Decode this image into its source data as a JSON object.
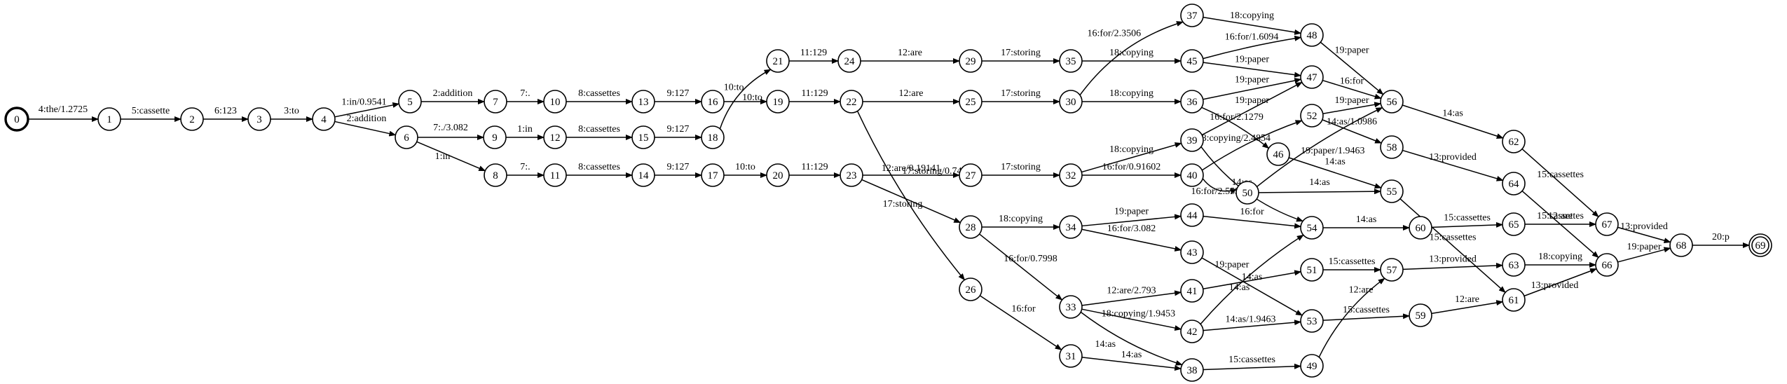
{
  "graph": {
    "start_state": "0",
    "final_state": "69",
    "nodes": [
      "0",
      "1",
      "2",
      "3",
      "4",
      "5",
      "6",
      "7",
      "8",
      "9",
      "10",
      "11",
      "12",
      "13",
      "14",
      "15",
      "16",
      "17",
      "18",
      "19",
      "20",
      "21",
      "22",
      "23",
      "24",
      "25",
      "26",
      "27",
      "28",
      "29",
      "30",
      "31",
      "32",
      "33",
      "34",
      "35",
      "36",
      "37",
      "38",
      "39",
      "40",
      "41",
      "42",
      "43",
      "44",
      "45",
      "46",
      "47",
      "48",
      "49",
      "50",
      "51",
      "52",
      "53",
      "54",
      "55",
      "56",
      "57",
      "58",
      "59",
      "60",
      "61",
      "62",
      "63",
      "64",
      "65",
      "66",
      "67",
      "68",
      "69"
    ],
    "edges": [
      {
        "from": "0",
        "to": "1",
        "label": "4:the/1.2725"
      },
      {
        "from": "1",
        "to": "2",
        "label": "5:cassette"
      },
      {
        "from": "2",
        "to": "3",
        "label": "6:123"
      },
      {
        "from": "3",
        "to": "4",
        "label": "3:to"
      },
      {
        "from": "4",
        "to": "5",
        "label": "1:in/0.9541"
      },
      {
        "from": "4",
        "to": "6",
        "label": "2:addition"
      },
      {
        "from": "5",
        "to": "7",
        "label": "2:addition"
      },
      {
        "from": "6",
        "to": "9",
        "label": "7:./3.082"
      },
      {
        "from": "6",
        "to": "8",
        "label": "1:in"
      },
      {
        "from": "7",
        "to": "10",
        "label": "7:."
      },
      {
        "from": "9",
        "to": "12",
        "label": "1:in"
      },
      {
        "from": "8",
        "to": "11",
        "label": "7:."
      },
      {
        "from": "10",
        "to": "13",
        "label": "8:cassettes"
      },
      {
        "from": "12",
        "to": "15",
        "label": "8:cassettes"
      },
      {
        "from": "11",
        "to": "14",
        "label": "8:cassettes"
      },
      {
        "from": "13",
        "to": "16",
        "label": "9:127"
      },
      {
        "from": "15",
        "to": "18",
        "label": "9:127"
      },
      {
        "from": "14",
        "to": "17",
        "label": "9:127"
      },
      {
        "from": "16",
        "to": "19",
        "label": "10:to"
      },
      {
        "from": "18",
        "to": "21",
        "label": "10:to"
      },
      {
        "from": "17",
        "to": "20",
        "label": "10:to"
      },
      {
        "from": "21",
        "to": "24",
        "label": "11:129"
      },
      {
        "from": "19",
        "to": "22",
        "label": "11:129"
      },
      {
        "from": "20",
        "to": "23",
        "label": "11:129"
      },
      {
        "from": "24",
        "to": "29",
        "label": "12:are"
      },
      {
        "from": "22",
        "to": "25",
        "label": "12:are"
      },
      {
        "from": "22",
        "to": "26",
        "label": "17:storing/0.74121"
      },
      {
        "from": "23",
        "to": "27",
        "label": "12:are/0.19141"
      },
      {
        "from": "23",
        "to": "28",
        "label": "17:storing"
      },
      {
        "from": "29",
        "to": "35",
        "label": "17:storing"
      },
      {
        "from": "25",
        "to": "30",
        "label": "17:storing"
      },
      {
        "from": "27",
        "to": "32",
        "label": "17:storing"
      },
      {
        "from": "28",
        "to": "34",
        "label": "18:copying"
      },
      {
        "from": "28",
        "to": "33",
        "label": "16:for/0.7998"
      },
      {
        "from": "26",
        "to": "31",
        "label": "16:for"
      },
      {
        "from": "35",
        "to": "45",
        "label": "18:copying"
      },
      {
        "from": "30",
        "to": "37",
        "label": "16:for/2.3506"
      },
      {
        "from": "30",
        "to": "36",
        "label": "18:copying"
      },
      {
        "from": "32",
        "to": "39",
        "label": "18:copying"
      },
      {
        "from": "32",
        "to": "40",
        "label": "16:for/0.91602"
      },
      {
        "from": "34",
        "to": "44",
        "label": "19:paper"
      },
      {
        "from": "34",
        "to": "43",
        "label": "16:for/3.082"
      },
      {
        "from": "33",
        "to": "41",
        "label": "12:are/2.793"
      },
      {
        "from": "33",
        "to": "42",
        "label": "18:copying/1.9453"
      },
      {
        "from": "33",
        "to": "38",
        "label": "14:as"
      },
      {
        "from": "31",
        "to": "38",
        "label": "14:as"
      },
      {
        "from": "37",
        "to": "48",
        "label": "18:copying"
      },
      {
        "from": "45",
        "to": "48",
        "label": "16:for/1.6094"
      },
      {
        "from": "45",
        "to": "47",
        "label": "19:paper"
      },
      {
        "from": "36",
        "to": "47",
        "label": "19:paper"
      },
      {
        "from": "36",
        "to": "46",
        "label": "16:for/2.1279"
      },
      {
        "from": "39",
        "to": "47",
        "label": "19:paper"
      },
      {
        "from": "39",
        "to": "54",
        "label": "14:as"
      },
      {
        "from": "40",
        "to": "52",
        "label": "18:copying/2.4854"
      },
      {
        "from": "40",
        "to": "50",
        "label": "16:for/2.5537"
      },
      {
        "from": "44",
        "to": "54",
        "label": "16:for"
      },
      {
        "from": "43",
        "to": "53",
        "label": "14:as"
      },
      {
        "from": "41",
        "to": "51",
        "label": "14:as"
      },
      {
        "from": "42",
        "to": "54",
        "label": "19:paper"
      },
      {
        "from": "42",
        "to": "53",
        "label": "14:as/1.9463"
      },
      {
        "from": "38",
        "to": "49",
        "label": "15:cassettes"
      },
      {
        "from": "48",
        "to": "56",
        "label": "19:paper"
      },
      {
        "from": "47",
        "to": "56",
        "label": "16:for"
      },
      {
        "from": "46",
        "to": "55",
        "label": "14:as"
      },
      {
        "from": "52",
        "to": "56",
        "label": "19:paper"
      },
      {
        "from": "52",
        "to": "58",
        "label": "14:as/1.0986"
      },
      {
        "from": "50",
        "to": "56",
        "label": "19:paper/1.9463"
      },
      {
        "from": "50",
        "to": "55",
        "label": "14:as"
      },
      {
        "from": "54",
        "to": "60",
        "label": "14:as"
      },
      {
        "from": "51",
        "to": "57",
        "label": "15:cassettes"
      },
      {
        "from": "53",
        "to": "59",
        "label": "15:cassettes"
      },
      {
        "from": "49",
        "to": "57",
        "label": "12:are"
      },
      {
        "from": "56",
        "to": "62",
        "label": "14:as"
      },
      {
        "from": "58",
        "to": "64",
        "label": "13:provided"
      },
      {
        "from": "55",
        "to": "61",
        "label": "15:cassettes"
      },
      {
        "from": "60",
        "to": "65",
        "label": "15:cassettes"
      },
      {
        "from": "57",
        "to": "63",
        "label": "13:provided"
      },
      {
        "from": "59",
        "to": "61",
        "label": "12:are"
      },
      {
        "from": "62",
        "to": "67",
        "label": "15:cassettes"
      },
      {
        "from": "64",
        "to": "66",
        "label": "15:cassettes"
      },
      {
        "from": "65",
        "to": "67",
        "label": "12:are"
      },
      {
        "from": "63",
        "to": "66",
        "label": "18:copying"
      },
      {
        "from": "61",
        "to": "66",
        "label": "13:provided"
      },
      {
        "from": "67",
        "to": "68",
        "label": "13:provided"
      },
      {
        "from": "66",
        "to": "68",
        "label": "19:paper"
      },
      {
        "from": "68",
        "to": "69",
        "label": "20:p"
      }
    ]
  }
}
